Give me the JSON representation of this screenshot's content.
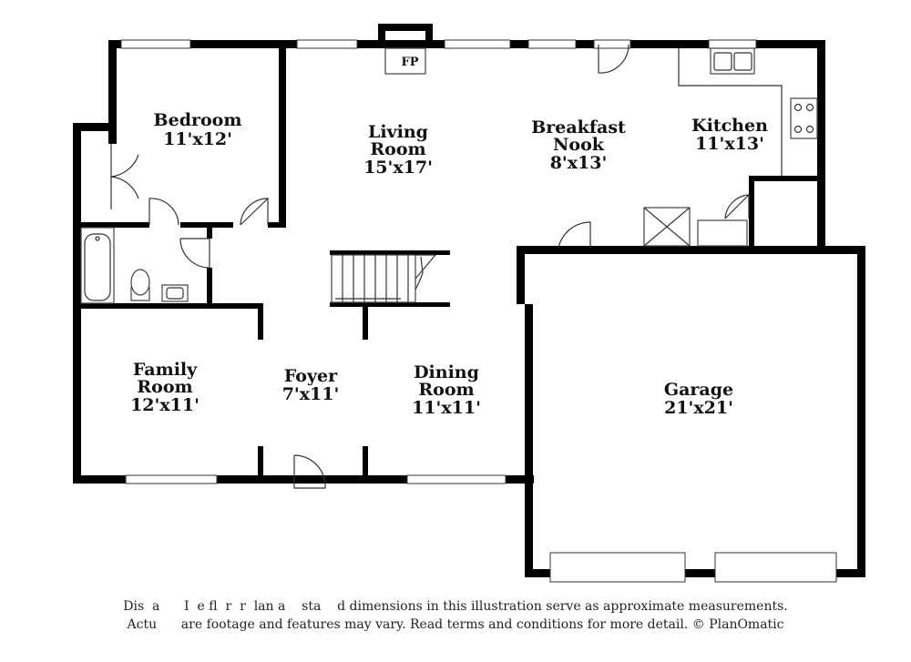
{
  "rooms": [
    {
      "id": "bedroom",
      "name_lines": [
        "Bedroom"
      ],
      "dims": "11'x12'"
    },
    {
      "id": "living",
      "name_lines": [
        "Living",
        "Room"
      ],
      "dims": "15'x17'"
    },
    {
      "id": "breakfast",
      "name_lines": [
        "Breakfast",
        "Nook"
      ],
      "dims": "8'x13'"
    },
    {
      "id": "kitchen",
      "name_lines": [
        "Kitchen"
      ],
      "dims": "11'x13'"
    },
    {
      "id": "family",
      "name_lines": [
        "Family",
        "Room"
      ],
      "dims": "12'x11'"
    },
    {
      "id": "foyer",
      "name_lines": [
        "Foyer"
      ],
      "dims": "7'x11'"
    },
    {
      "id": "dining",
      "name_lines": [
        "Dining",
        "Room"
      ],
      "dims": "11'x11'"
    },
    {
      "id": "garage",
      "name_lines": [
        "Garage"
      ],
      "dims": "21'x21'"
    }
  ],
  "fireplace_label": "FP",
  "disclaimer": {
    "line1": "Dis  a      I  e fl  r  r  lan a    sta    d dimensions in this illustration serve as approximate measurements.",
    "line2": "Actu      are footage and features may vary. Read terms and conditions for more detail. © PlanOmatic"
  }
}
